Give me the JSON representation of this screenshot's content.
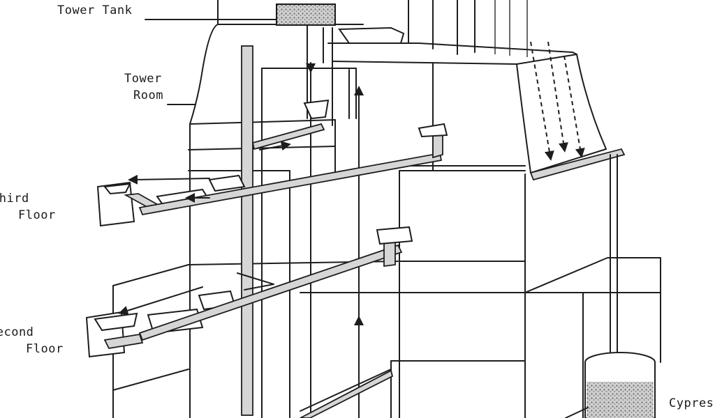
{
  "labels": {
    "tower_tank": "Tower Tank",
    "tower_room_1": "Tower",
    "tower_room_2": "Room",
    "third_1": "Third",
    "third_2": "Floor",
    "second_1": "Second",
    "second_2": "Floor",
    "cypress": "Cypress"
  }
}
